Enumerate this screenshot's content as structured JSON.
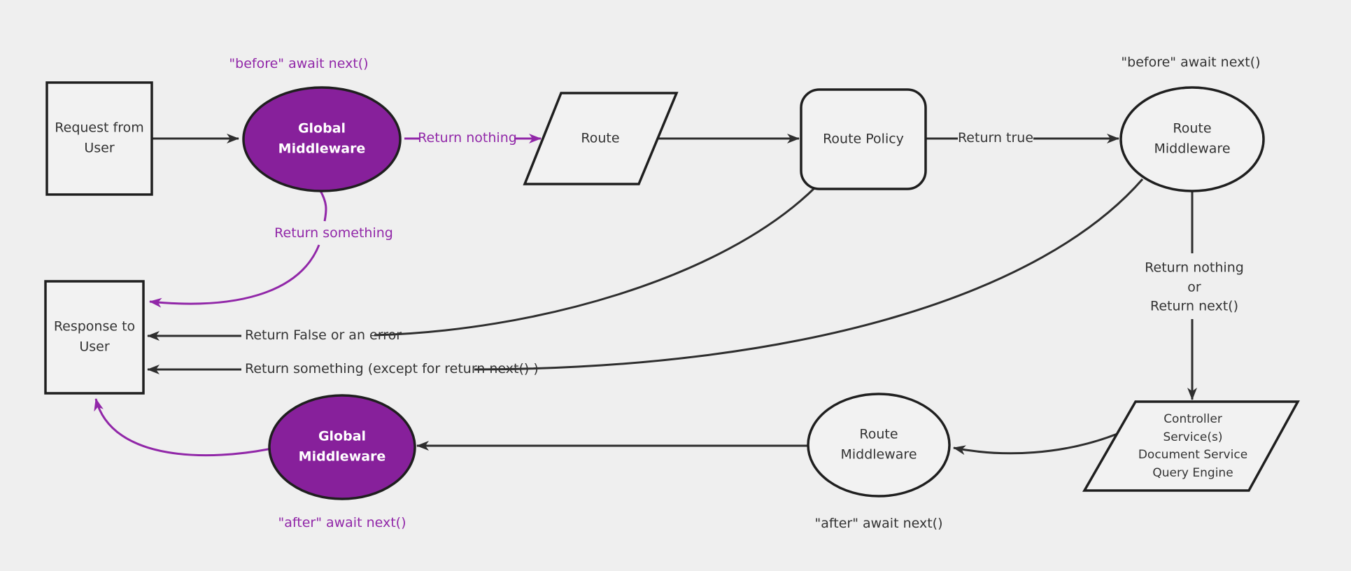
{
  "colors": {
    "background": "#efefef",
    "node_fill": "#f2f2f2",
    "node_stroke": "#1f1f1f",
    "purple_fill": "#87209b",
    "purple_accent": "#9127a8",
    "edge_color": "#2e2e2e",
    "text": "#333333"
  },
  "nodes": {
    "request": "Request from\nUser",
    "global_middleware_top": "Global\nMiddleware",
    "route": "Route",
    "route_policy": "Route Policy",
    "route_middleware_top": "Route\nMiddleware",
    "controller": "Controller\nService(s)\nDocument Service\nQuery Engine",
    "route_middleware_bottom": "Route\nMiddleware",
    "global_middleware_bottom": "Global\nMiddleware",
    "response": "Response to\nUser"
  },
  "edge_labels": {
    "before_await_global": "\"before\" await next()",
    "before_await_route": "\"before\" await next()",
    "return_nothing": "Return nothing",
    "return_true": "Return true",
    "return_something": "Return something",
    "return_nothing_or_next": "Return nothing\nor\nReturn next()",
    "return_false_or_error": "Return False or an error",
    "return_something_except": "Return something (except for return next() )",
    "after_await_global": "\"after\" await next()",
    "after_await_route": "\"after\" await next()"
  }
}
